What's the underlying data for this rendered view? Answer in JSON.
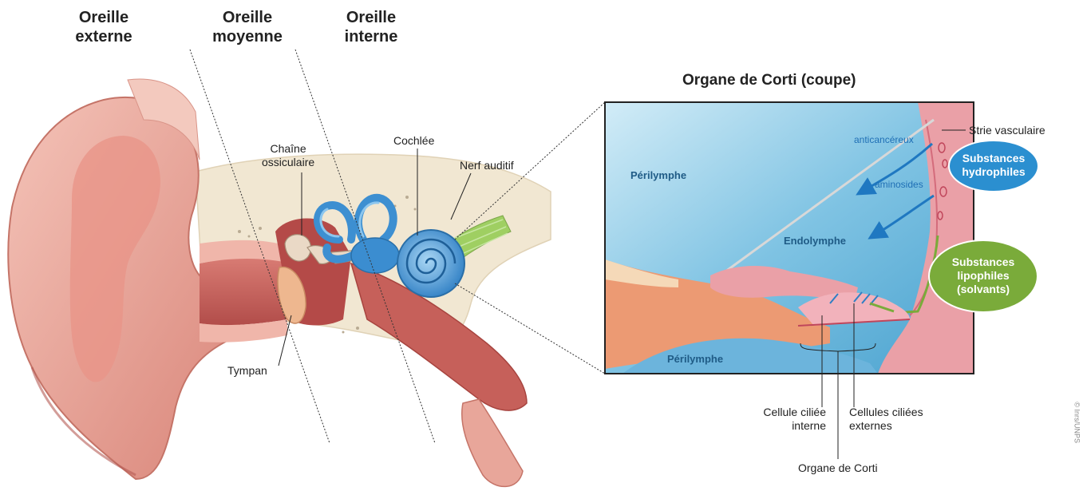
{
  "headers": {
    "outer": "Oreille\nexterne",
    "middle": "Oreille\nmoyenne",
    "inner": "Oreille\ninterne"
  },
  "labels": {
    "ossicles": "Chaîne\nossiculaire",
    "cochlea": "Cochlée",
    "nerve": "Nerf auditif",
    "eardrum": "Tympan"
  },
  "inset": {
    "title": "Organe de Corti (coupe)",
    "perilymph_top": "Périlymphe",
    "endolymph": "Endolymphe",
    "perilymph_bottom": "Périlymphe",
    "anticancer": "anticancéreux",
    "aminosides": "aminosides",
    "stria": "Strie vasculaire",
    "hydrophilic": "Substances\nhydrophiles",
    "lipophilic": "Substances\nlipophiles\n(solvants)",
    "inner_hair": "Cellule ciliée\ninterne",
    "outer_hair": "Cellules ciliées\nexternes",
    "corti": "Organe de Corti"
  },
  "credit": "© Inrs/UNPS",
  "colors": {
    "skin": "#e9a79a",
    "skin_dark": "#c9665e",
    "bone": "#f1e7d2",
    "fluid": "#6fb9dc",
    "cochlea": "#3d8fd1",
    "hydrophilic_pill": "#2b8fd0",
    "lipophilic_pill": "#7aab3a",
    "tissue_pink": "#eaa0a7",
    "tissue_orange": "#ec9a73"
  }
}
